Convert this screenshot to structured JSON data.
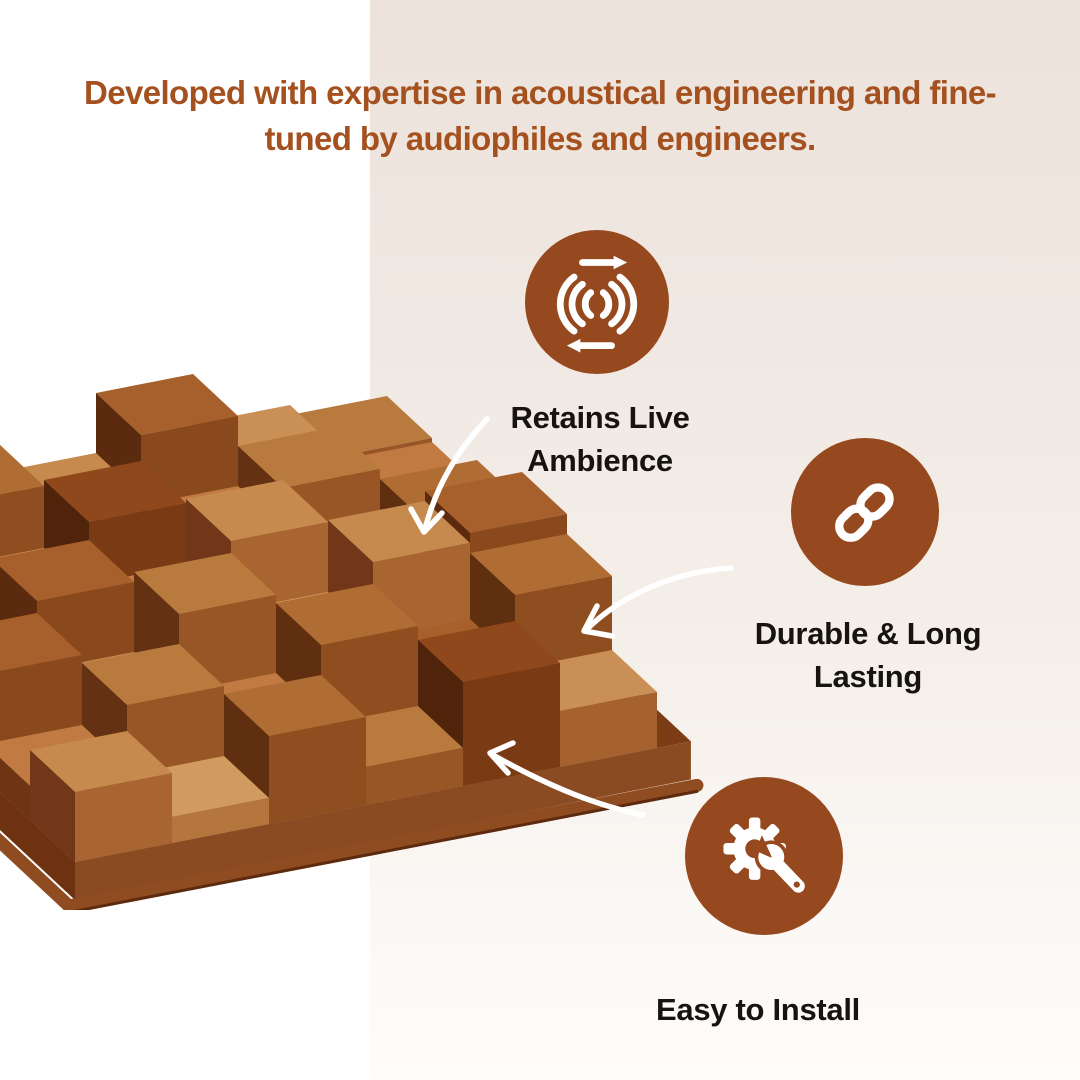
{
  "header": {
    "headline_line1": "Developed with expertise in acoustical engineering and fine-",
    "headline_line2": "tuned by audiophiles and engineers."
  },
  "features": [
    {
      "label": "Retains Live Ambience",
      "icon": "resonance-cycle-icon"
    },
    {
      "label": "Durable & Long Lasting",
      "icon": "chain-link-icon"
    },
    {
      "label": "Easy to Install",
      "icon": "gear-wrench-icon"
    }
  ],
  "colors": {
    "accent_circle": "#96491E",
    "headline_text": "#A5511F",
    "label_text": "#161310",
    "arrow": "#FFFFFF",
    "left_panel_bg": "#FFFFFF",
    "right_panel_top": "#ECE2DB",
    "right_panel_bottom": "#FEFDFB"
  },
  "product": {
    "kind": "wooden-skyline-acoustic-diffuser",
    "base_height": 38,
    "grid": [
      [
        70,
        26,
        88,
        38,
        104,
        56
      ],
      [
        34,
        96,
        48,
        118,
        64,
        130
      ],
      [
        104,
        46,
        126,
        68,
        140,
        150
      ],
      [
        58,
        116,
        72,
        138,
        88,
        120
      ],
      [
        120,
        66,
        134,
        90,
        130,
        96
      ],
      [
        88,
        128,
        100,
        160,
        110,
        100
      ]
    ],
    "palette": [
      {
        "t": "#c68a4e",
        "s": "#a86531",
        "w": "#713718"
      },
      {
        "t": "#b97a3e",
        "s": "#985525",
        "w": "#643112"
      },
      {
        "t": "#a75f2b",
        "s": "#8a481d",
        "w": "#5b2a0f"
      },
      {
        "t": "#d19a5e",
        "s": "#b4763c",
        "w": "#7f4a1e"
      },
      {
        "t": "#8f471c",
        "s": "#7a3a14",
        "w": "#50230b"
      },
      {
        "t": "#c07a42",
        "s": "#9f5b29",
        "w": "#6d3513"
      },
      {
        "t": "#b06d33",
        "s": "#8f4e1f",
        "w": "#5f2f10"
      },
      {
        "t": "#c98f55",
        "s": "#a5622e",
        "w": "#774019"
      }
    ],
    "base_colors": {
      "top": "#7c3c16",
      "front": "#8a4a22",
      "left": "#6f3211",
      "molding": "#8f4c20",
      "molding_shadow": "#5e2a0e"
    }
  }
}
